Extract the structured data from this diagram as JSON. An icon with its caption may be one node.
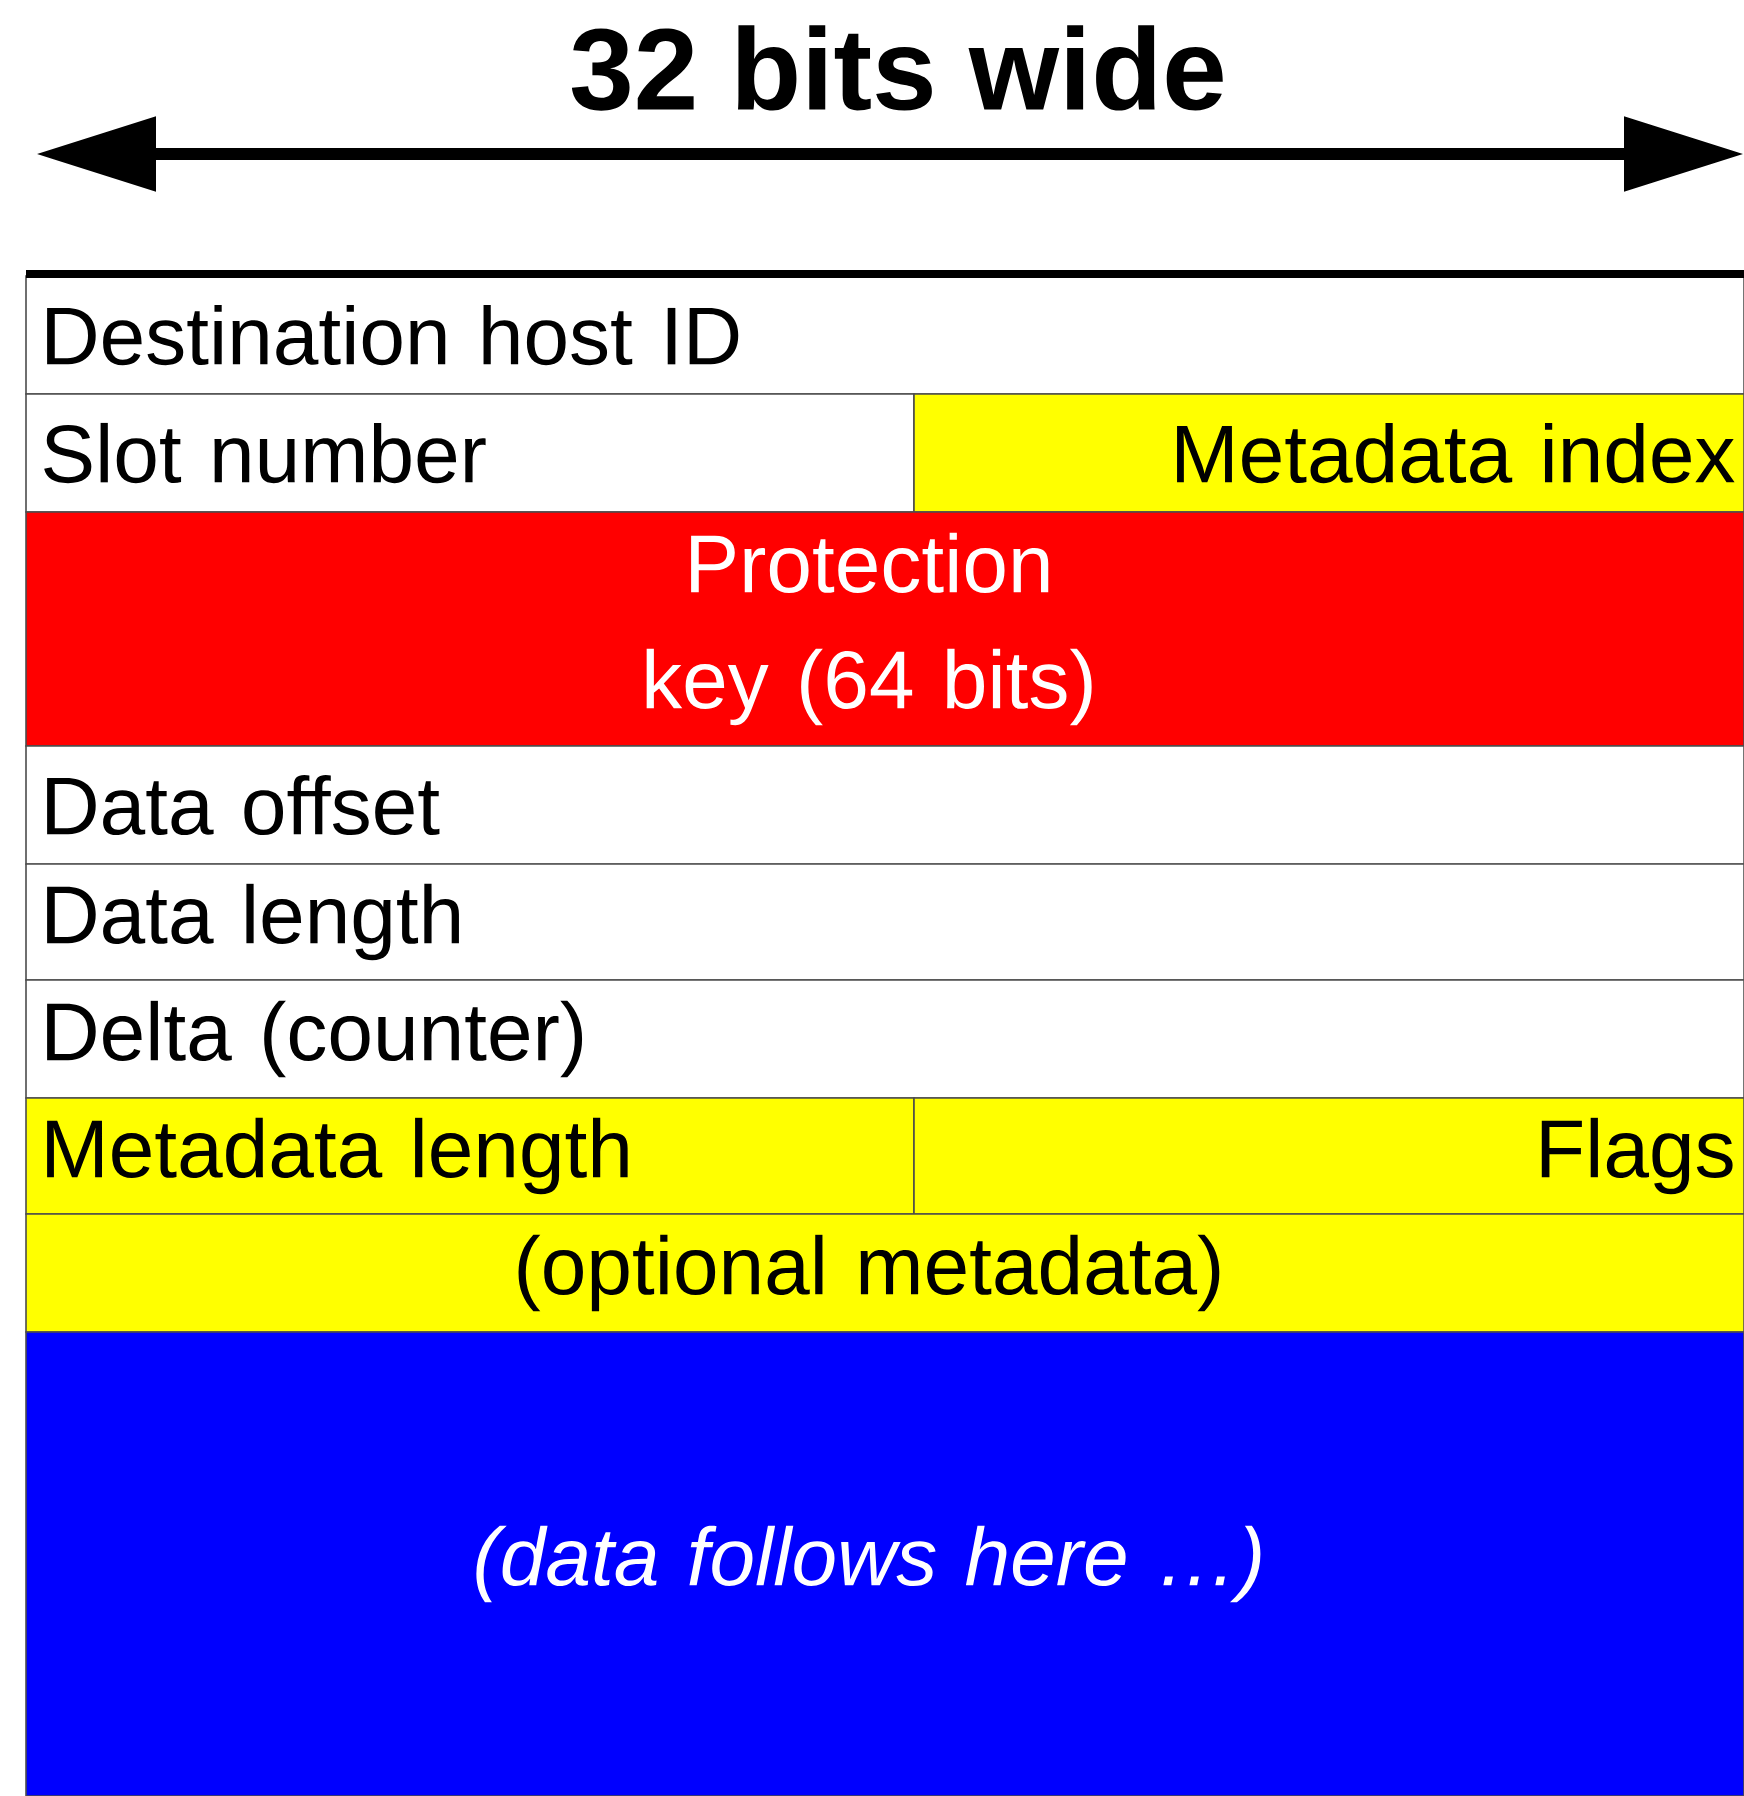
{
  "diagram": {
    "title": "32 bits wide",
    "nodes": [
      {
        "text": [
          "Destination host ID"
        ]
      },
      {
        "text": [
          "Slot number"
        ]
      },
      {
        "text": [
          "Metadata index"
        ]
      },
      {
        "text": [
          "Protection key (64 bits)"
        ]
      },
      {
        "text": [
          "Data offset"
        ]
      },
      {
        "text": [
          "Data length"
        ]
      },
      {
        "text": [
          "Delta (counter)"
        ]
      },
      {
        "text": [
          "Metadata length"
        ]
      },
      {
        "text": [
          "Flags"
        ]
      },
      {
        "text": [
          "(optional metadata)"
        ]
      },
      {
        "text": [
          "(data follows here …)"
        ]
      }
    ]
  }
}
